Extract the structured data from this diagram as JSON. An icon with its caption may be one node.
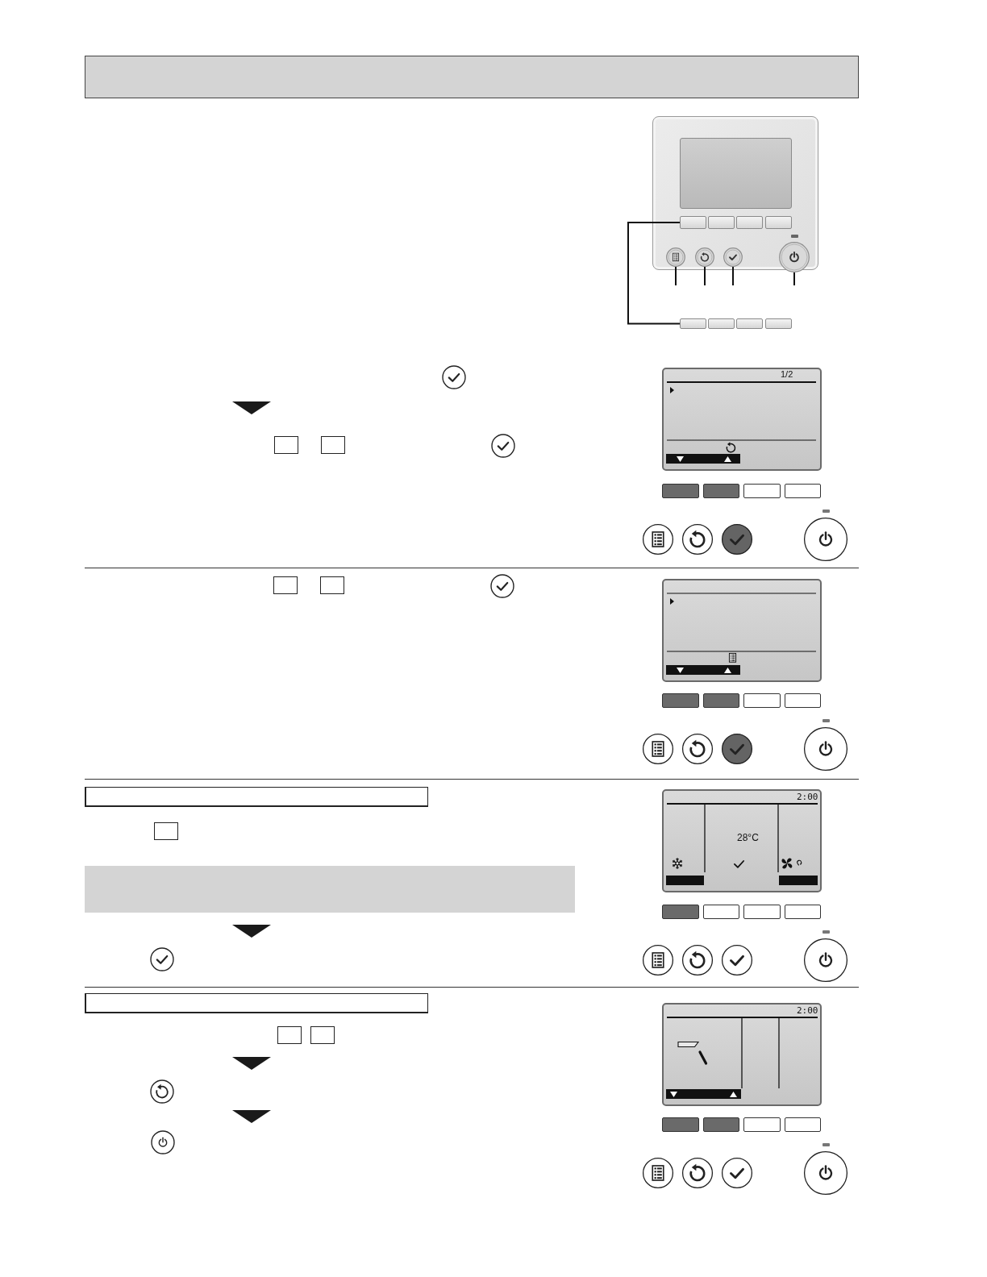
{
  "diagram": {
    "nodes": [
      {
        "text": [],
        "shape": "box"
      },
      {
        "text": [],
        "shape": "box",
        "in": 0
      },
      {
        "text": [],
        "shape": "box",
        "in": 0
      },
      {
        "text": [],
        "shape": "box",
        "in": 0
      },
      {
        "text": [],
        "shape": "box",
        "in": 0
      },
      {
        "text": [],
        "shape": "box",
        "in": 0
      },
      {
        "text": [],
        "shape": "circle",
        "in": 0
      },
      {
        "text": [],
        "shape": "circle",
        "in": 0
      },
      {
        "text": [],
        "shape": "circle",
        "in": 0
      },
      {
        "text": [],
        "shape": "circle",
        "in": 0
      },
      {
        "text": [],
        "shape": "box"
      },
      {
        "text": [],
        "shape": "box"
      },
      {
        "text": [],
        "shape": "box"
      },
      {
        "text": [],
        "shape": "box"
      },
      {
        "text": [],
        "shape": "box"
      },
      {
        "text": [],
        "shape": "box"
      },
      {
        "text": [],
        "shape": "box"
      }
    ],
    "edges": [
      {
        "from": 2,
        "to": 10,
        "arrow": "none"
      },
      {
        "from": 6,
        "to": null,
        "arrow": "none"
      },
      {
        "from": 7,
        "to": null,
        "arrow": "none"
      },
      {
        "from": 8,
        "to": null,
        "arrow": "none"
      },
      {
        "from": 9,
        "to": null,
        "arrow": "none"
      }
    ],
    "labels": [
      "1/2",
      "2:00",
      "28°C",
      "2:00"
    ]
  }
}
